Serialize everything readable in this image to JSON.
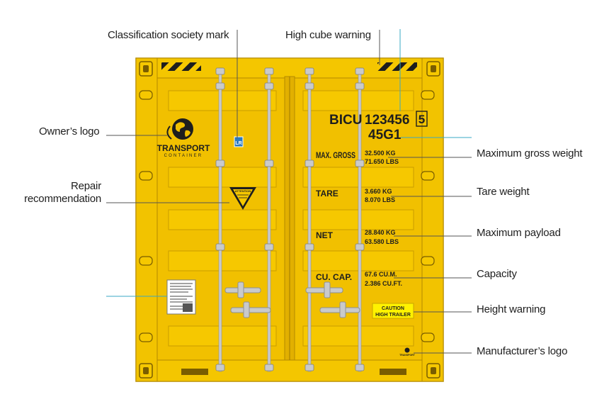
{
  "container": {
    "owner_code": "BICU",
    "serial": "123456",
    "check_digit": "5",
    "type_code": "45G1",
    "logo_main": "TRANSPORT",
    "logo_sub": "CONTAINER",
    "classification_mark": "LR",
    "max_gross_label": "MAX. GROSS",
    "max_gross_kg": "32.500 KG",
    "max_gross_lbs": "71.650 LBS",
    "tare_label": "TARE",
    "tare_kg": "3.660 KG",
    "tare_lbs": "8.070 LBS",
    "net_label": "NET",
    "net_kg": "28.840 KG",
    "net_lbs": "63.580 LBS",
    "cucap_label": "CU. CAP.",
    "cucap_m": "67.6 CU.M.",
    "cucap_ft": "2.386 CU.FT.",
    "caution_line1": "CAUTION",
    "caution_line2": "HIGH TRAILER",
    "attention": "ATTENTION",
    "manufacturer_small": "TRANSPORT"
  },
  "callouts": {
    "classification": "Classification society mark",
    "high_cube": "High cube warning",
    "owner_logo": "Owner’s logo",
    "repair_1": "Repair",
    "repair_2": "recommendation",
    "max_gross": "Maximum gross weight",
    "tare": "Tare weight",
    "payload": "Maximum payload",
    "capacity": "Capacity",
    "height": "Height warning",
    "manufacturer": "Manufacturer’s logo"
  },
  "colors": {
    "container_yellow": "#f6c800",
    "container_shade": "#e2b000",
    "outline": "#b48a00",
    "rod": "#c9cacb",
    "callout_gray": "#555555",
    "callout_teal": "#3aa8c4",
    "text_dark": "#1e1e1e"
  }
}
